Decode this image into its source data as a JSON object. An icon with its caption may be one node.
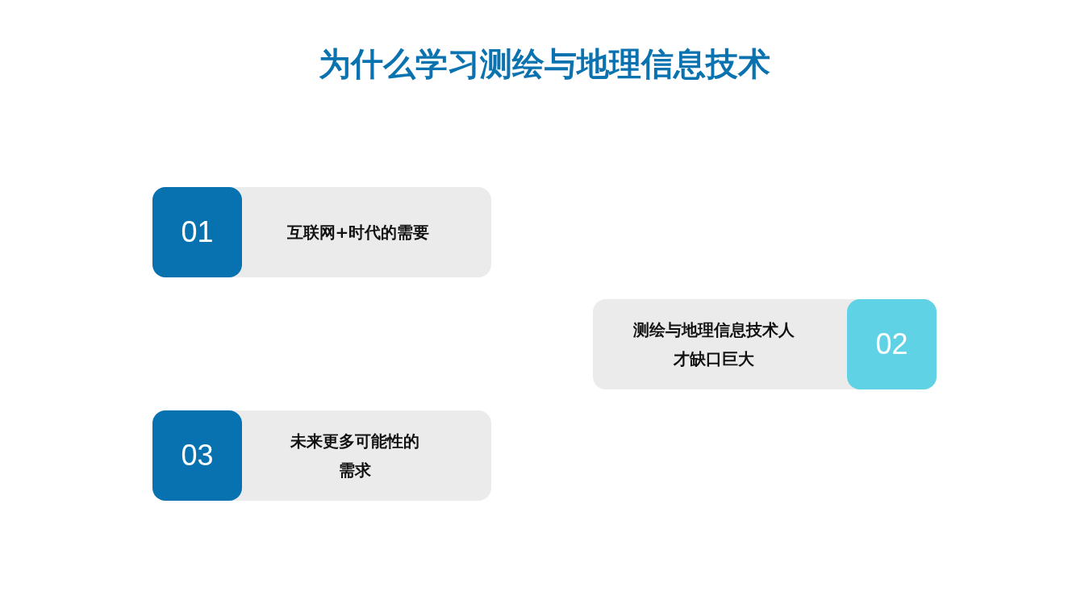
{
  "diagram": {
    "title": "为什么学习测绘与地理信息技术",
    "nodes": [
      {
        "text": [
          "01",
          "互联网+时代的需要"
        ]
      },
      {
        "text": [
          "测绘与地理信息技术人才缺口巨大",
          "02"
        ]
      },
      {
        "text": [
          "03",
          "未来更多可能性的需求"
        ]
      }
    ]
  }
}
